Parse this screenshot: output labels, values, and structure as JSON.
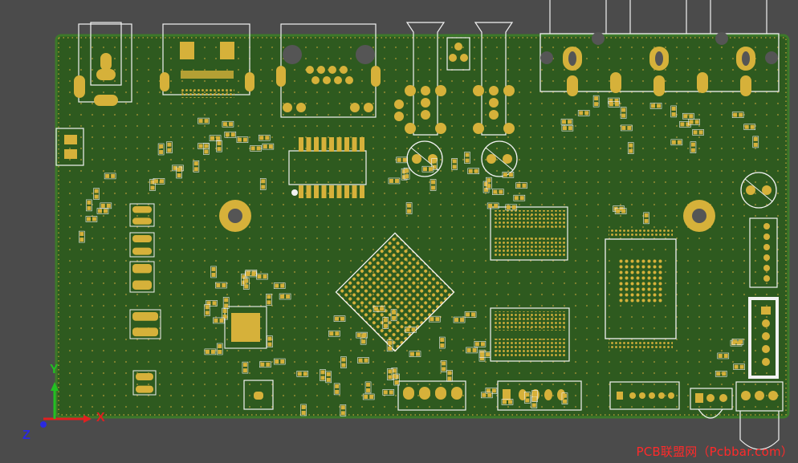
{
  "axes": {
    "y_label": "Y",
    "x_label": "X",
    "z_label": "Z"
  },
  "watermark": "PCB联盟网（Pcbbar.com）",
  "colors": {
    "background": "#4b4b4b",
    "board": "#2e5a1f",
    "board_edge": "#3d7a2a",
    "pad_gold": "#d6b13a",
    "silkscreen": "#f2f2f2",
    "axis_x": "#e02020",
    "axis_y": "#22c022",
    "axis_z": "#2a2ae0",
    "watermark": "#ff2a2a"
  }
}
